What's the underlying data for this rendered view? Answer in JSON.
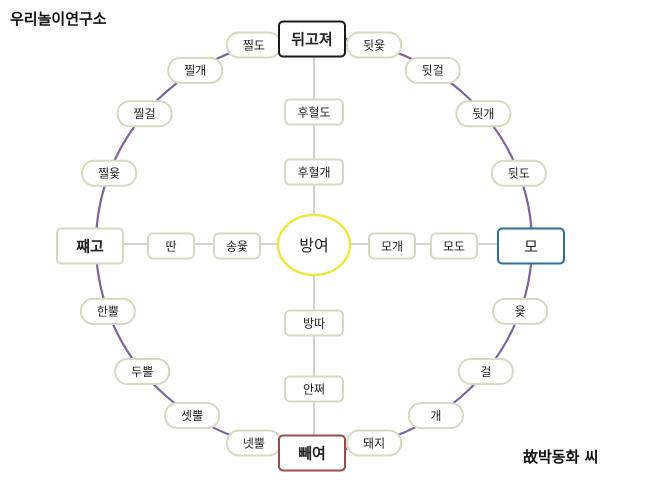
{
  "header": {
    "title": "우리놀이연구소"
  },
  "footer": {
    "credit": "故박동화 씨"
  },
  "board": {
    "colors": {
      "circle": "#7b659b",
      "line": "#b9b9b9",
      "box_border": "#d6d9c4",
      "center_border": "#f0e640",
      "top_border": "#1a1a1a",
      "right_border": "#2f6f99",
      "bottom_border": "#9a4a4a"
    },
    "center": {
      "label": "방여",
      "icon": "center-station"
    },
    "corners": {
      "top": "뒤고져",
      "left": "쨰고",
      "right": "모",
      "bottom": "빼여"
    },
    "stations": {
      "top_right": [
        "뒷윷",
        "뒷걸",
        "뒷개",
        "뒷도"
      ],
      "right_bottom": [
        "윷",
        "걸",
        "개",
        "돼지"
      ],
      "bottom_left": [
        "넷뿔",
        "셋뿔",
        "두뿔",
        "한뿔"
      ],
      "left_top": [
        "찔윷",
        "찔걸",
        "찔개",
        "찔도"
      ]
    },
    "diagonals": {
      "top_inner": [
        "후혈도",
        "후혈개"
      ],
      "left_inner": [
        "딴",
        "송윷"
      ],
      "right_inner": [
        "모개",
        "모도"
      ],
      "bottom_inner": [
        "방따",
        "안쩌"
      ]
    }
  }
}
